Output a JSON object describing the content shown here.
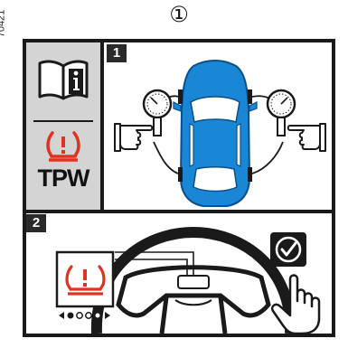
{
  "figure_id": "70421",
  "heading_marker": "①",
  "sidebar": {
    "manual_icon": "manual-info-icon",
    "warning_icon": "tpms-warning-icon",
    "label": "TPW"
  },
  "steps": [
    {
      "number": "1",
      "icons": [
        "car-top-view-icon",
        "pressure-gauge-icon",
        "hand-pointing-icon"
      ]
    },
    {
      "number": "2",
      "icons": [
        "steering-wheel-icon",
        "tpms-warning-icon",
        "checkmark-icon",
        "hand-touch-icon",
        "page-dots-icon"
      ]
    }
  ],
  "colors": {
    "car_blue": "#1a86d6",
    "warning_red": "#e3311f",
    "frame": "#1a1a1a",
    "sidebar_bg": "#d4d4d4"
  }
}
